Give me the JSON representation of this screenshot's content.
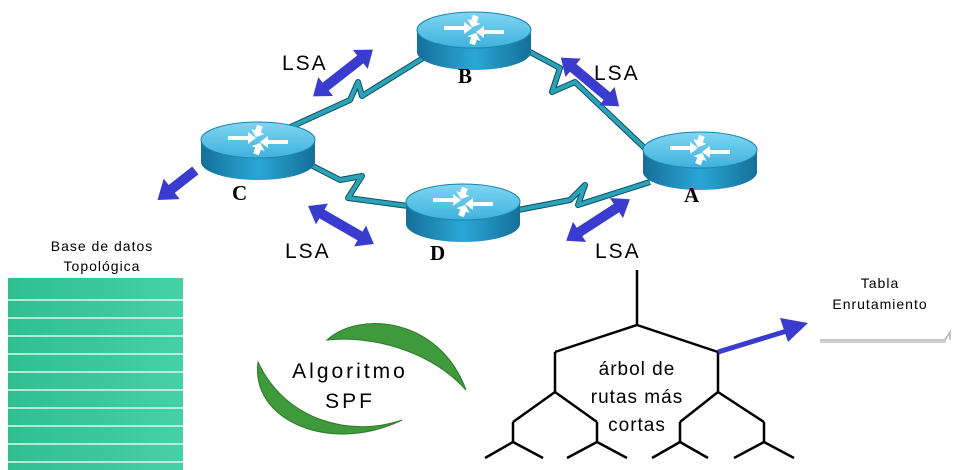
{
  "routers": [
    {
      "id": "B",
      "label": "B"
    },
    {
      "id": "A",
      "label": "A"
    },
    {
      "id": "C",
      "label": "C"
    },
    {
      "id": "D",
      "label": "D"
    }
  ],
  "lsa_labels": [
    "LSA",
    "LSA",
    "LSA",
    "LSA"
  ],
  "database": {
    "line1": "Base de datos",
    "line2": "Topológica"
  },
  "algorithm": {
    "line1": "Algoritmo",
    "line2": "SPF"
  },
  "tree": {
    "line1": "árbol de",
    "line2": "rutas más",
    "line3": "cortas"
  },
  "routing_table": {
    "line1": "Tabla",
    "line2": "Enrutamiento"
  },
  "colors": {
    "router_top": "#5fc3e6",
    "router_body": "#1f93c4",
    "link": "#2aa3b8",
    "arrow": "#3a3ccf",
    "database": "#37c79a",
    "algorithm": "#3e9a3a"
  },
  "icons": {
    "router": "router-icon",
    "arrow": "double-arrow-icon"
  }
}
